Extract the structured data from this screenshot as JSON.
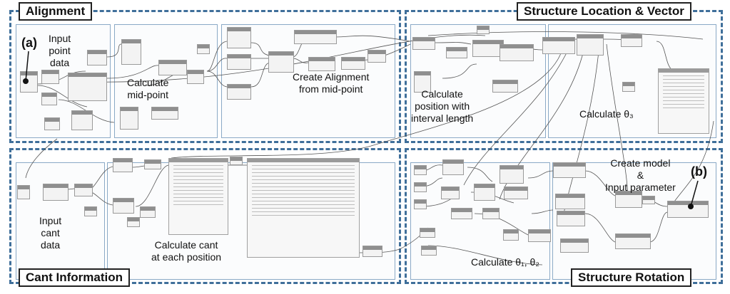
{
  "panels": {
    "alignment": "Alignment",
    "structure_location": "Structure Location & Vector",
    "cant_information": "Cant Information",
    "structure_rotation": "Structure Rotation"
  },
  "markers": {
    "a": "(a)",
    "b": "(b)"
  },
  "labels": {
    "input_point": [
      "Input",
      "point",
      "data"
    ],
    "mid_point": [
      "Calculate",
      "mid-point"
    ],
    "create_alignment": [
      "Create Alignment",
      "from mid-point"
    ],
    "calc_position": [
      "Calculate",
      "position with",
      "interval length"
    ],
    "calc_theta3": "Calculate θ₃",
    "input_cant": [
      "Input",
      "cant",
      "data"
    ],
    "calc_cant": [
      "Calculate cant",
      "at each position"
    ],
    "calc_theta12": "Calculate θ₁, θ₂",
    "create_model": [
      "Create model",
      "&",
      "Input parameter"
    ]
  },
  "colors": {
    "panel_border": "#3f6f9a",
    "wire": "#555555",
    "node_header": "#8f8f8f"
  }
}
